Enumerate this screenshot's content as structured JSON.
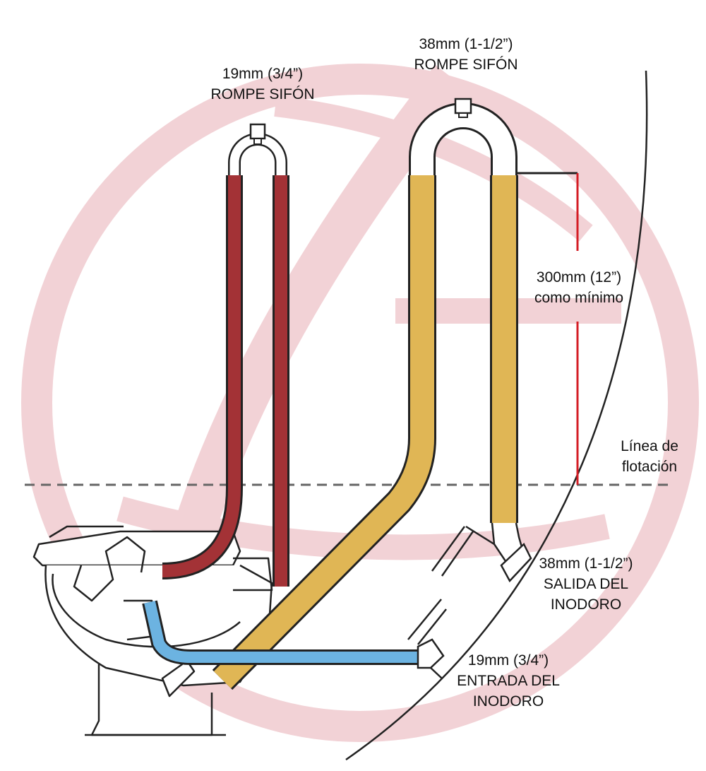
{
  "labels": {
    "vent_small": {
      "size": "19mm (3/4”)",
      "name": "ROMPE SIFÓN"
    },
    "vent_large": {
      "size": "38mm (1-1/2”)",
      "name": "ROMPE SIFÓN"
    },
    "height": {
      "value": "300mm (12”)",
      "note": "como mínimo"
    },
    "waterline": {
      "line1": "Línea de",
      "line2": "flotación"
    },
    "outlet": {
      "size": "38mm (1-1/2”)",
      "line1": "SALIDA DEL",
      "line2": "INODORO"
    },
    "inlet": {
      "size": "19mm (3/4”)",
      "line1": "ENTRADA DEL",
      "line2": "INODORO"
    }
  },
  "colors": {
    "watermark": "#f2d2d6",
    "vent_small_pipe": "#a33236",
    "vent_large_pipe": "#e0b655",
    "inlet_pipe": "#6cb3e1",
    "measure_line": "#d41c24",
    "outline": "#222222",
    "text": "#111111"
  },
  "icons": [
    "vent-valve-icon",
    "toilet-illustration",
    "watermark-logo"
  ]
}
